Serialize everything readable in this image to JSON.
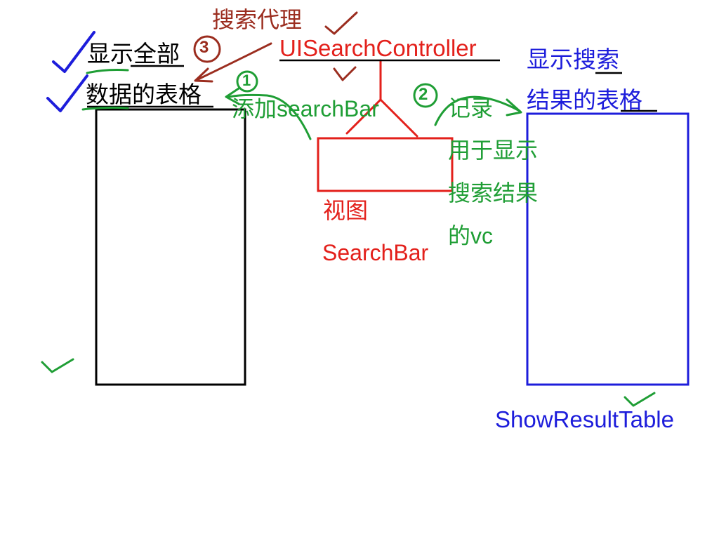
{
  "labels": {
    "left_title_line1": "显示全部",
    "left_title_line2": "数据的表格",
    "search_delegate": "搜索代理",
    "controller": "UISearchController",
    "add_searchbar": "添加searchBar",
    "record_line1": "记录",
    "record_line2": "用于显示",
    "record_line3": "搜索结果",
    "record_line4": "的vc",
    "view_label": "视图",
    "searchbar_label": "SearchBar",
    "right_title_line1": "显示搜索",
    "right_title_line2": "结果的表格",
    "show_result_table": "ShowResultTable"
  },
  "step_numbers": {
    "one": "1",
    "two": "2",
    "three": "3"
  },
  "colors": {
    "black": "#000000",
    "brown": "#9b2d1f",
    "red": "#e3201b",
    "green": "#1f9e35",
    "blue": "#1d1ddb"
  }
}
